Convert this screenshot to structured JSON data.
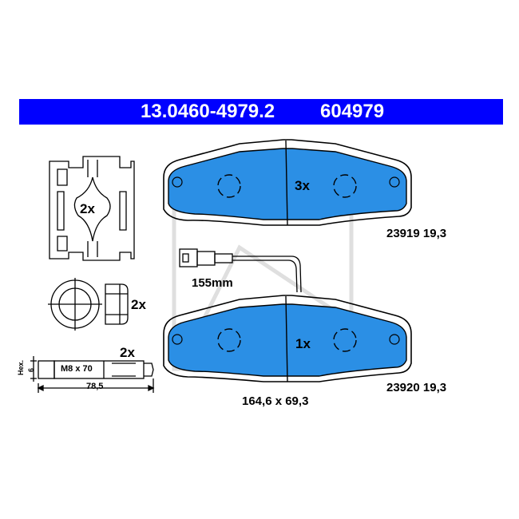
{
  "header": {
    "part_number": "13.0460-4979.2",
    "ref_number": "604979",
    "bar_color": "#0000ff"
  },
  "labels": {
    "clip_qty": "2x",
    "bushing_qty": "2x",
    "bolt_qty": "2x",
    "upper_pad_qty": "3x",
    "lower_pad_qty": "1x",
    "upper_pad_code": "23919 19,3",
    "lower_pad_code": "23920 19,3",
    "sensor_length": "155mm",
    "pad_dimensions": "164,6 x 69,3",
    "bolt_spec": "M8 x 70",
    "bolt_length": "78,5",
    "hex_label": "Hex.",
    "hex_size": "6"
  },
  "colors": {
    "pad_fill": "#2b8fe5",
    "outline": "#000000"
  }
}
